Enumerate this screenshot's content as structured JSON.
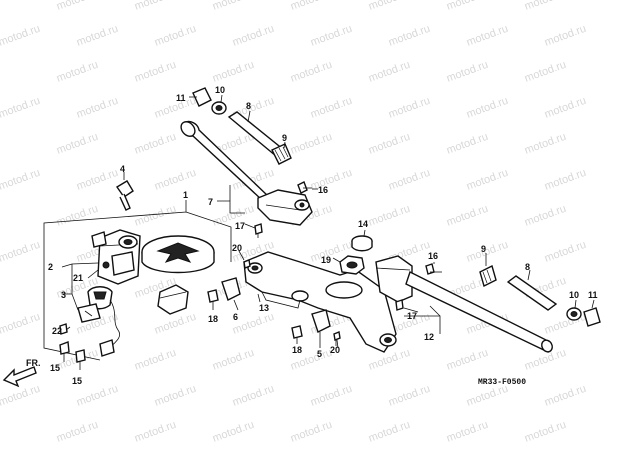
{
  "watermark": "motod.ru",
  "diagram_code": "MR33-F0500",
  "direction_label": "FR.",
  "callouts": {
    "c1": "1",
    "c2": "2",
    "c3": "3",
    "c4": "4",
    "c5": "5",
    "c6": "6",
    "c7": "7",
    "c8a": "8",
    "c8b": "8",
    "c9a": "9",
    "c9b": "9",
    "c10a": "10",
    "c10b": "10",
    "c11a": "11",
    "c11b": "11",
    "c12": "12",
    "c13": "13",
    "c14": "14",
    "c15a": "15",
    "c15b": "15",
    "c16a": "16",
    "c16b": "16",
    "c17a": "17",
    "c17b": "17",
    "c18a": "18",
    "c18b": "18",
    "c19": "19",
    "c20a": "20",
    "c20b": "20",
    "c21": "21",
    "c22": "22"
  }
}
